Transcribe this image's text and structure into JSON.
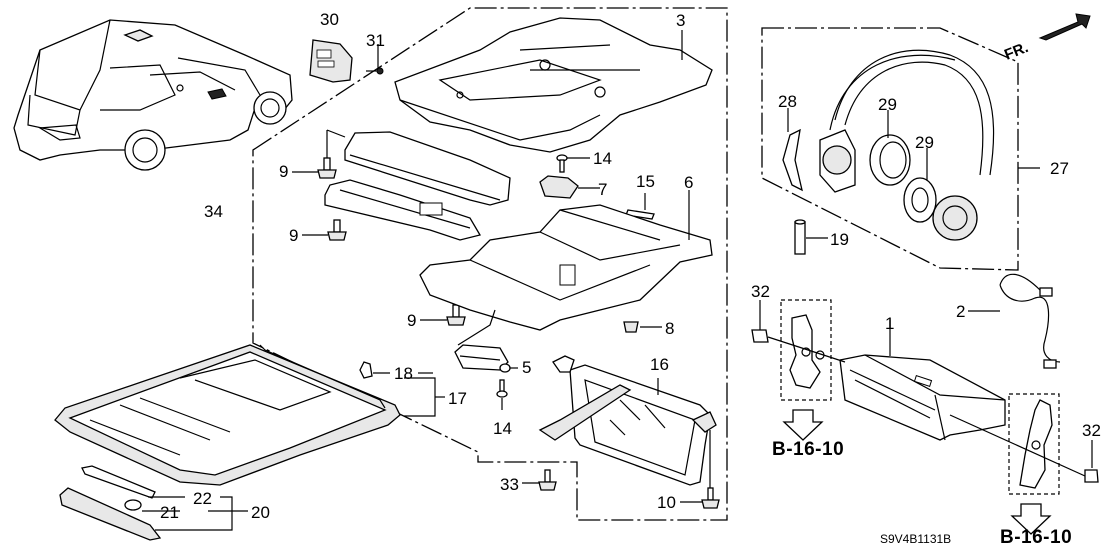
{
  "diagram": {
    "type": "exploded-parts-diagram",
    "subject": "Rear entertainment system / roof console",
    "direction_indicator": "FR.",
    "diagram_code": "S9V4B1131B",
    "reference_labels": [
      {
        "id": "ref-left",
        "text": "B-16-10"
      },
      {
        "id": "ref-right",
        "text": "B-16-10"
      }
    ],
    "callouts": [
      {
        "id": "c30",
        "text": "30"
      },
      {
        "id": "c31",
        "text": "31"
      },
      {
        "id": "c3",
        "text": "3"
      },
      {
        "id": "c9a",
        "text": "9"
      },
      {
        "id": "c14a",
        "text": "14"
      },
      {
        "id": "c7",
        "text": "7"
      },
      {
        "id": "c15",
        "text": "15"
      },
      {
        "id": "c34",
        "text": "34"
      },
      {
        "id": "c6",
        "text": "6"
      },
      {
        "id": "c9b",
        "text": "9"
      },
      {
        "id": "c9c",
        "text": "9"
      },
      {
        "id": "c8",
        "text": "8"
      },
      {
        "id": "c5",
        "text": "5"
      },
      {
        "id": "c14b",
        "text": "14"
      },
      {
        "id": "c16",
        "text": "16"
      },
      {
        "id": "c18",
        "text": "18"
      },
      {
        "id": "c17",
        "text": "17"
      },
      {
        "id": "c22",
        "text": "22"
      },
      {
        "id": "c21",
        "text": "21"
      },
      {
        "id": "c20",
        "text": "20"
      },
      {
        "id": "c33",
        "text": "33"
      },
      {
        "id": "c10",
        "text": "10"
      },
      {
        "id": "c28",
        "text": "28"
      },
      {
        "id": "c29a",
        "text": "29"
      },
      {
        "id": "c29b",
        "text": "29"
      },
      {
        "id": "c27",
        "text": "27"
      },
      {
        "id": "c19",
        "text": "19"
      },
      {
        "id": "c2",
        "text": "2"
      },
      {
        "id": "c32a",
        "text": "32"
      },
      {
        "id": "c1",
        "text": "1"
      },
      {
        "id": "c32b",
        "text": "32"
      }
    ],
    "parts": [
      {
        "name": "vehicle-overview"
      },
      {
        "name": "control-switch",
        "callout": "30"
      },
      {
        "name": "screw",
        "callout": "31"
      },
      {
        "name": "roof-base-plate",
        "callout": "3"
      },
      {
        "name": "monitor-hinge-assembly",
        "callout": "34"
      },
      {
        "name": "monitor-frame",
        "callout": "6"
      },
      {
        "name": "latch",
        "callout": "7"
      },
      {
        "name": "pad",
        "callout": "15"
      },
      {
        "name": "bracket",
        "callout": "5"
      },
      {
        "name": "monitor-screen",
        "callout": "16"
      },
      {
        "name": "roof-console-housing",
        "callout": "17"
      },
      {
        "name": "clip",
        "callout": "18"
      },
      {
        "name": "map-light-lens",
        "callout": "20"
      },
      {
        "name": "headphones",
        "callout": "27"
      },
      {
        "name": "ear-cover",
        "callout": "28"
      },
      {
        "name": "ear-pad",
        "callout": "29"
      },
      {
        "name": "battery",
        "callout": "19"
      },
      {
        "name": "harness",
        "callout": "2"
      },
      {
        "name": "dvd-player-unit",
        "callout": "1"
      },
      {
        "name": "mount-bolt",
        "callout": "32"
      }
    ]
  }
}
